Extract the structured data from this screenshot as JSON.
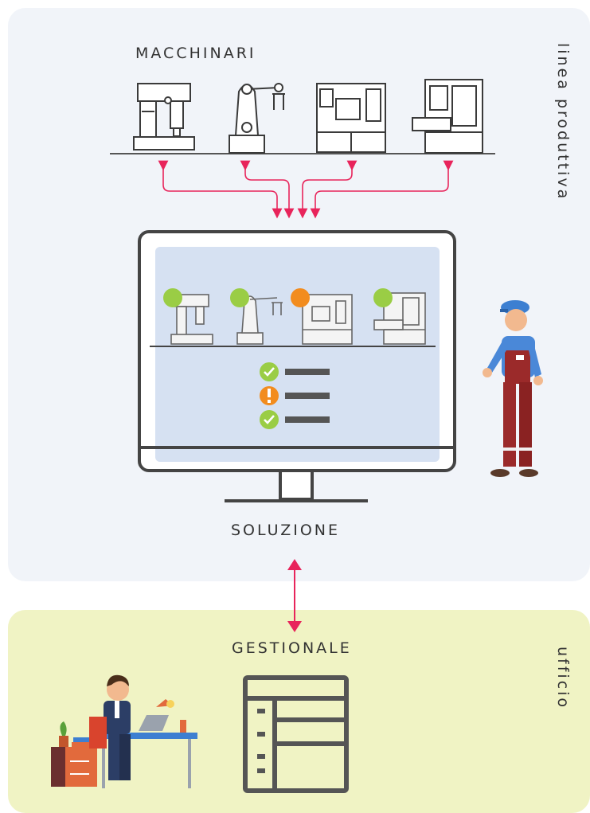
{
  "machines_section": {
    "title": "MACCHINARI"
  },
  "solution": {
    "title": "SOLUZIONE"
  },
  "management": {
    "title": "GESTIONALE"
  },
  "zones": {
    "production": "linea produttiva",
    "office": "ufficio"
  },
  "machine_types": [
    "drill-press",
    "robotic-arm",
    "cnc-lathe",
    "cnc-mill"
  ],
  "machine_status": [
    {
      "machine": "drill-press",
      "status": "ok",
      "color": "#9acd45"
    },
    {
      "machine": "robotic-arm",
      "status": "ok",
      "color": "#9acd45"
    },
    {
      "machine": "cnc-lathe",
      "status": "warning",
      "color": "#f28c1e"
    },
    {
      "machine": "cnc-mill",
      "status": "ok",
      "color": "#9acd45"
    }
  ],
  "checklist": [
    {
      "status": "ok",
      "icon": "check-icon",
      "color": "#9acd45"
    },
    {
      "status": "warning",
      "icon": "exclamation-icon",
      "color": "#f28c1e"
    },
    {
      "status": "ok",
      "icon": "check-icon",
      "color": "#9acd45"
    }
  ],
  "colors": {
    "accent_arrow": "#e8245b",
    "top_panel": "#f1f4f9",
    "bottom_panel": "#f0f3c4",
    "screen": "#d6e1f2",
    "ok": "#9acd45",
    "warning": "#f28c1e"
  }
}
